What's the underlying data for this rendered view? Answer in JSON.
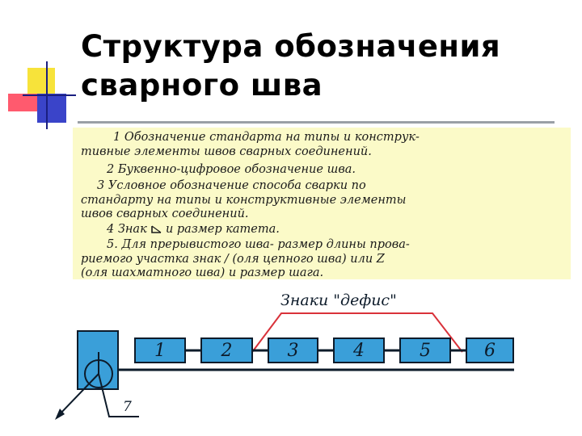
{
  "title": {
    "line1": "Структура обозначения",
    "line2": "сварного шва"
  },
  "notes": {
    "line1": "1 Обозначение стандарта на типы и конструк-",
    "line2": "тивные элементы швов сварных соединений.",
    "line3": "2 Буквенно-цифровое обозначение шва.",
    "line4": "3 Условное обозначение способа сварки по",
    "line5": "стандарту на типы и конструктивные элементы",
    "line6": "швов сварных соединений.",
    "line7a": "4 Знак",
    "line7b": "и размер катета.",
    "line8": "5. Для прерывистого шва- размер длины прова-",
    "line9": "риемого участка знак  /  (оля цепного шва) или Z",
    "line10": "(оля шахматного шва) и размер шага."
  },
  "diagram": {
    "hyphen_label": "Знаки \"дефис\"",
    "boxes": [
      "1",
      "2",
      "3",
      "4",
      "5",
      "6"
    ],
    "leader_label": "7"
  },
  "colors": {
    "notes_bg": "#fbfac8",
    "box_fill": "#3a9fd9",
    "line": "#0d1b2a",
    "hyphen_line": "#d9323a"
  }
}
